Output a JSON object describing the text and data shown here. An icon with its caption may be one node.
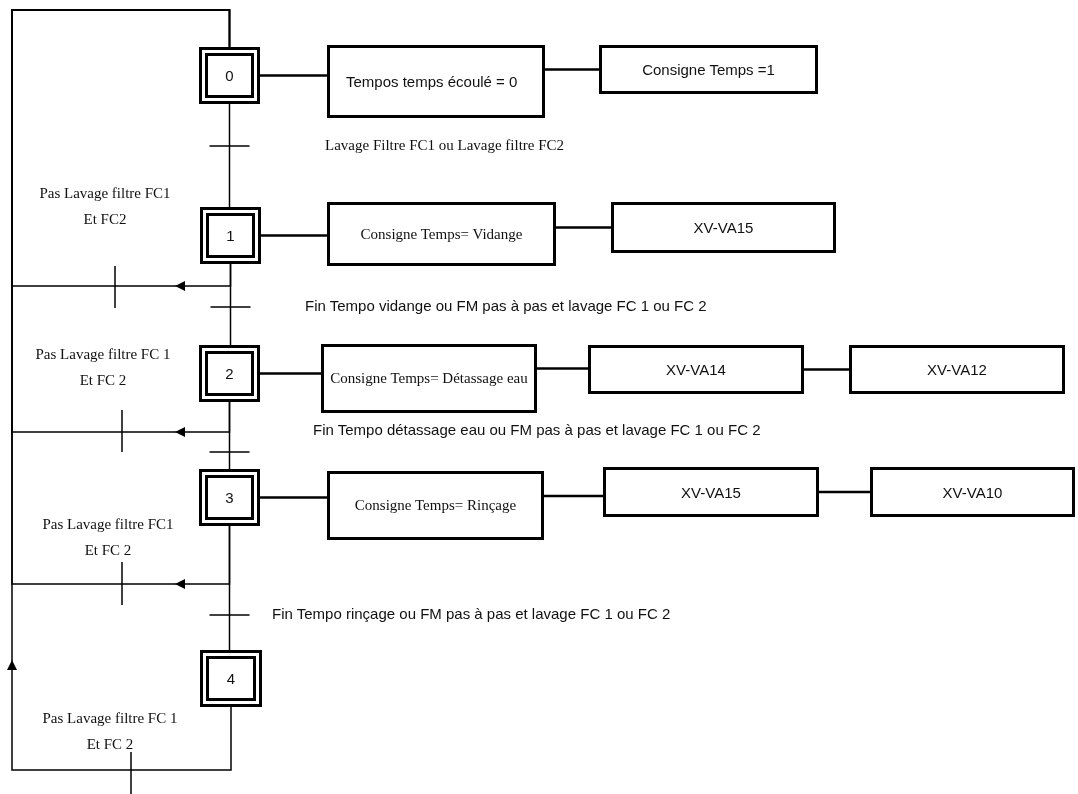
{
  "diagram": {
    "nodes": [
      {
        "text": [
          "0"
        ]
      },
      {
        "text": [
          "Tempos temps écoulé = 0"
        ]
      },
      {
        "text": [
          "Consigne Temps =1"
        ]
      },
      {
        "text": [
          "1"
        ]
      },
      {
        "text": [
          "Consigne Temps= Vidange"
        ]
      },
      {
        "text": [
          "XV-VA15"
        ]
      },
      {
        "text": [
          "2"
        ]
      },
      {
        "text": [
          "Consigne Temps= Détassage eau"
        ]
      },
      {
        "text": [
          "XV-VA14"
        ]
      },
      {
        "text": [
          "XV-VA12"
        ]
      },
      {
        "text": [
          "3"
        ]
      },
      {
        "text": [
          "Consigne Temps= Rinçage"
        ]
      },
      {
        "text": [
          "XV-VA15"
        ]
      },
      {
        "text": [
          "XV-VA10"
        ]
      },
      {
        "text": [
          "4"
        ]
      }
    ],
    "edges": [
      {
        "from": 0,
        "to": 1,
        "arrow": "none"
      },
      {
        "from": 1,
        "to": 2,
        "arrow": "none"
      },
      {
        "from": 3,
        "to": 4,
        "arrow": "none"
      },
      {
        "from": 4,
        "to": 5,
        "arrow": "none"
      },
      {
        "from": 6,
        "to": 7,
        "arrow": "none"
      },
      {
        "from": 7,
        "to": 8,
        "arrow": "none"
      },
      {
        "from": 8,
        "to": 9,
        "arrow": "none"
      },
      {
        "from": 10,
        "to": 11,
        "arrow": "none"
      },
      {
        "from": 11,
        "to": 12,
        "arrow": "none"
      },
      {
        "from": 12,
        "to": 13,
        "arrow": "none"
      },
      {
        "from": 0,
        "to": 3,
        "arrow": "none"
      },
      {
        "from": 3,
        "to": 6,
        "arrow": "none"
      },
      {
        "from": 6,
        "to": 10,
        "arrow": "none"
      },
      {
        "from": 10,
        "to": 14,
        "arrow": "none"
      },
      {
        "from": 3,
        "to": 0,
        "arrow": "to"
      },
      {
        "from": 6,
        "to": 0,
        "arrow": "to"
      },
      {
        "from": 10,
        "to": 0,
        "arrow": "to"
      },
      {
        "from": 14,
        "to": 0,
        "arrow": "to"
      }
    ],
    "labels": [
      "Lavage Filtre FC1 ou Lavage filtre FC2",
      "Pas Lavage filtre FC1 Et FC2",
      "Fin Tempo vidange ou FM pas à pas et lavage FC 1 ou FC 2",
      "Pas Lavage filtre FC 1 Et FC 2",
      "Fin Tempo détassage eau ou FM pas à pas et lavage FC 1 ou FC 2",
      "Pas Lavage filtre FC1 Et FC 2",
      "Fin Tempo rinçage ou FM pas à pas et lavage FC 1 ou FC 2",
      "Pas Lavage filtre FC 1 Et FC 2"
    ]
  }
}
